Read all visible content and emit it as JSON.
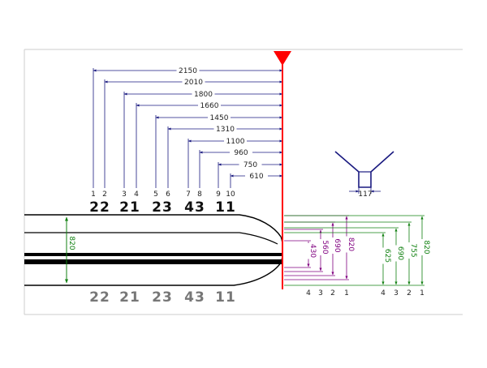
{
  "diagram": {
    "colors": {
      "navy": "#1a1a80",
      "red": "#ff0000",
      "green": "#108010",
      "purple": "#800080",
      "black": "#000000",
      "gray": "#777777"
    },
    "top_dimensions": [
      {
        "value": "2150",
        "index": "1"
      },
      {
        "value": "2010",
        "index": "2"
      },
      {
        "value": "1800",
        "index": "3"
      },
      {
        "value": "1660",
        "index": "4"
      },
      {
        "value": "1450",
        "index": "5"
      },
      {
        "value": "1310",
        "index": "6"
      },
      {
        "value": "1100",
        "index": "7"
      },
      {
        "value": "960",
        "index": "8"
      },
      {
        "value": "750",
        "index": "9"
      },
      {
        "value": "610",
        "index": "10"
      }
    ],
    "group_numbers_top": [
      "22",
      "21",
      "23",
      "43",
      "11"
    ],
    "group_numbers_bottom": [
      "22",
      "21",
      "23",
      "43",
      "11"
    ],
    "nozzle_height": "820",
    "v_detail_width": "117",
    "purple_dimensions": [
      {
        "value": "430",
        "index": "4"
      },
      {
        "value": "560",
        "index": "3"
      },
      {
        "value": "690",
        "index": "2"
      },
      {
        "value": "820",
        "index": "1"
      }
    ],
    "green_dimensions": [
      {
        "value": "625",
        "index": "4"
      },
      {
        "value": "690",
        "index": "3"
      },
      {
        "value": "755",
        "index": "2"
      },
      {
        "value": "820",
        "index": "1"
      }
    ]
  }
}
